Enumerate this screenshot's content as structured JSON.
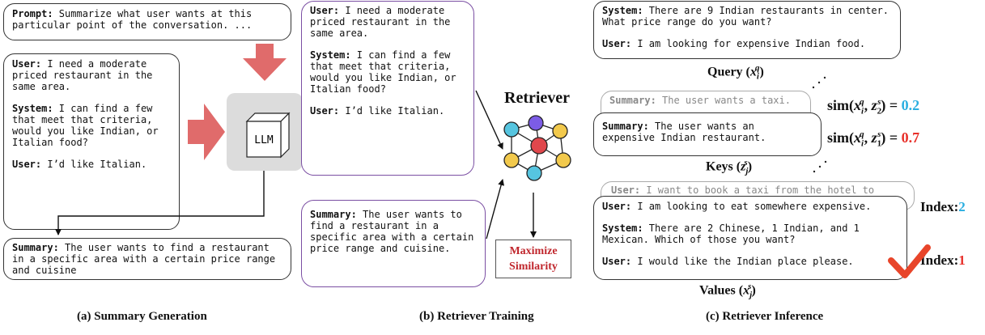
{
  "panel_a": {
    "prompt_key": "Prompt:",
    "prompt_text": " Summarize what user wants at this particular point of the conversation. ...",
    "dialogue": [
      {
        "speaker": "User:",
        "text": " I need a moderate priced restaurant in the same area."
      },
      {
        "speaker": "System:",
        "text": " I can find a few that meet that criteria, would you like Indian, or Italian food?"
      },
      {
        "speaker": "User:",
        "text": " I’d like Italian."
      }
    ],
    "llm_label": "LLM",
    "summary_key": "Summary:",
    "summary_text": " The user wants to find a restaurant in a specific area with a certain price range and cuisine",
    "caption": "(a) Summary Generation"
  },
  "panel_b": {
    "dialogue": [
      {
        "speaker": "User:",
        "text": " I need a moderate priced restaurant in the same area."
      },
      {
        "speaker": "System:",
        "text": " I can find a few that meet that criteria, would you like Indian, or Italian food?"
      },
      {
        "speaker": "User:",
        "text": " I’d like Italian."
      }
    ],
    "summary_key": "Summary:",
    "summary_text": " The user wants to find a restaurant in a specific area with a certain price range and cuisine.",
    "retriever_title": "Retriever",
    "maximize_line1": "Maximize",
    "maximize_line2": "Similarity",
    "caption": "(b) Retriever Training"
  },
  "panel_c": {
    "query": [
      {
        "speaker": "System:",
        "text": " There are 9 Indian restaurants in center. What price range do you want?"
      },
      {
        "speaker": "User:",
        "text": " I am looking for expensive Indian food."
      }
    ],
    "query_label": "Query",
    "key_back_key": "Summary:",
    "key_back_text": " The user wants a taxi.",
    "key_front_key": "Summary:",
    "key_front_text": " The user wants an expensive Indian restaurant.",
    "keys_label": "Keys",
    "sim_prefix": "sim",
    "sim_eq": " = ",
    "sim2_value": "0.2",
    "sim1_value": "0.7",
    "value_back_key": "User:",
    "value_back_text": " I want to book a taxi from the hotel to",
    "value_front": [
      {
        "speaker": "User:",
        "text": " I am looking to eat somewhere expensive."
      },
      {
        "speaker": "System:",
        "text": " There are 2 Chinese, 1 Indian, and 1 Mexican.  Which of those you want?"
      },
      {
        "speaker": "User:",
        "text": " I would like the Indian place please."
      }
    ],
    "values_label": "Values",
    "index_prefix": "Index:",
    "index2_value": "2",
    "index1_value": "1",
    "caption": "(c) Retriever Inference"
  },
  "colors": {
    "arrow_red": "#e06b6b",
    "llm_bg": "#dcdcdc",
    "purple": "#7b4fa3",
    "blue_value": "#2aaee0",
    "red_value": "#e8302a",
    "maximize_text": "#c0272d",
    "node_purple": "#7c5ce6",
    "node_red": "#e0474c",
    "node_yellow": "#f2c94c",
    "node_blue": "#56c5e0"
  }
}
